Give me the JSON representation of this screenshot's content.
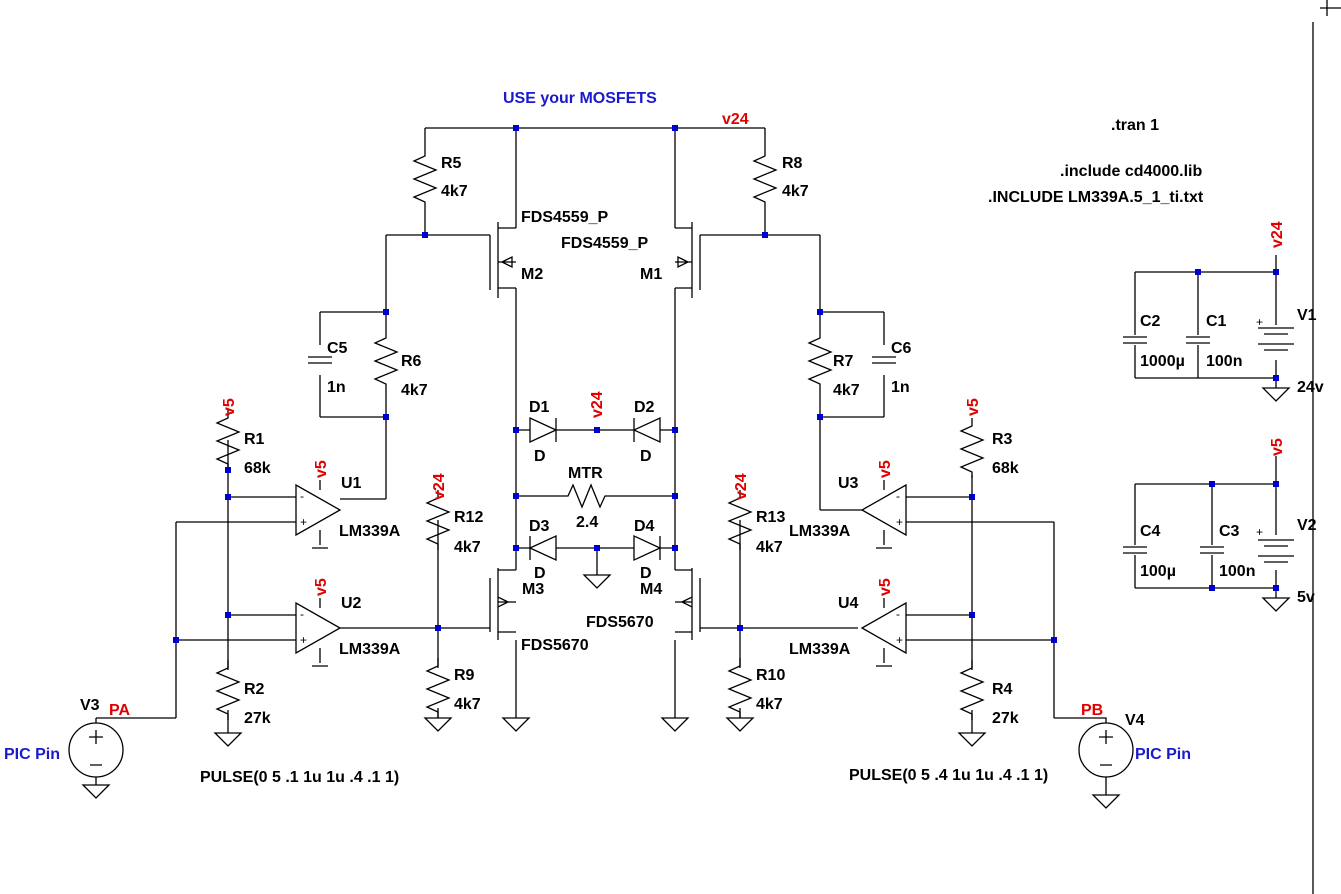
{
  "comment": "USE your MOSFETS",
  "directives": {
    "tran": ".tran 1",
    "include1": ".include cd4000.lib",
    "include2": ".INCLUDE LM339A.5_1_ti.txt"
  },
  "nets": {
    "v24": "v24",
    "v5": "v5",
    "pa": "PA",
    "pb": "PB"
  },
  "pic_pin": "PIC Pin",
  "resistors": {
    "R1": {
      "name": "R1",
      "value": "68k"
    },
    "R2": {
      "name": "R2",
      "value": "27k"
    },
    "R3": {
      "name": "R3",
      "value": "68k"
    },
    "R4": {
      "name": "R4",
      "value": "27k"
    },
    "R5": {
      "name": "R5",
      "value": "4k7"
    },
    "R6": {
      "name": "R6",
      "value": "4k7"
    },
    "R7": {
      "name": "R7",
      "value": "4k7"
    },
    "R8": {
      "name": "R8",
      "value": "4k7"
    },
    "R9": {
      "name": "R9",
      "value": "4k7"
    },
    "R10": {
      "name": "R10",
      "value": "4k7"
    },
    "R12": {
      "name": "R12",
      "value": "4k7"
    },
    "R13": {
      "name": "R13",
      "value": "4k7"
    },
    "MTR": {
      "name": "MTR",
      "value": "2.4"
    }
  },
  "capacitors": {
    "C1": {
      "name": "C1",
      "value": "100n"
    },
    "C2": {
      "name": "C2",
      "value": "1000µ"
    },
    "C3": {
      "name": "C3",
      "value": "100n"
    },
    "C4": {
      "name": "C4",
      "value": "100µ"
    },
    "C5": {
      "name": "C5",
      "value": "1n"
    },
    "C6": {
      "name": "C6",
      "value": "1n"
    }
  },
  "mosfets": {
    "M1": {
      "name": "M1",
      "model": "FDS4559_P"
    },
    "M2": {
      "name": "M2",
      "model": "FDS4559_P"
    },
    "M3": {
      "name": "M3",
      "model": "FDS5670"
    },
    "M4": {
      "name": "M4",
      "model": "FDS5670"
    }
  },
  "diodes": {
    "D1": {
      "name": "D1",
      "model": "D"
    },
    "D2": {
      "name": "D2",
      "model": "D"
    },
    "D3": {
      "name": "D3",
      "model": "D"
    },
    "D4": {
      "name": "D4",
      "model": "D"
    }
  },
  "comparators": {
    "U1": {
      "name": "U1",
      "model": "LM339A"
    },
    "U2": {
      "name": "U2",
      "model": "LM339A"
    },
    "U3": {
      "name": "U3",
      "model": "LM339A"
    },
    "U4": {
      "name": "U4",
      "model": "LM339A"
    }
  },
  "sources": {
    "V1": {
      "name": "V1",
      "value": "24v"
    },
    "V2": {
      "name": "V2",
      "value": "5v"
    },
    "V3": {
      "name": "V3",
      "value": "PULSE(0 5 .1 1u 1u .4 .1 1)"
    },
    "V4": {
      "name": "V4",
      "value": "PULSE(0 5 .4 1u 1u .4 .1 1)"
    }
  }
}
